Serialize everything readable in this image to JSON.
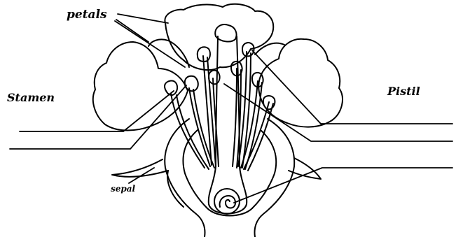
{
  "labels": {
    "petals": "petals",
    "stamen": "Stamen",
    "pistil": "Pistil",
    "sepal": "sepal"
  },
  "colors": {
    "ink": "#000000",
    "paper": "#ffffff"
  }
}
